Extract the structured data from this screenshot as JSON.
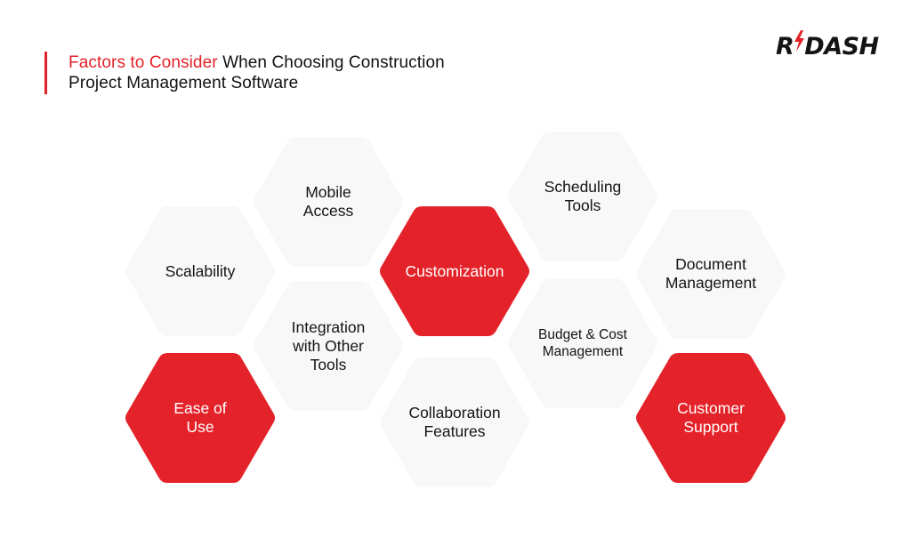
{
  "header": {
    "title_accent": "Factors to Consider",
    "title_rest_line1": " When Choosing Construction",
    "title_line2": "Project Management Software"
  },
  "logo": {
    "text_before": "R",
    "text_after": "DASH",
    "icon": "lightning-bolt-icon"
  },
  "colors": {
    "accent": "#e42229",
    "hex_light": "#f8f8f8",
    "text": "#141414"
  },
  "factors": [
    {
      "label": "Scalability",
      "highlight": false
    },
    {
      "label": "Mobile Access",
      "highlight": false
    },
    {
      "label": "Customization",
      "highlight": true
    },
    {
      "label": "Scheduling Tools",
      "highlight": false
    },
    {
      "label": "Document Management",
      "highlight": false
    },
    {
      "label": "Integration with Other Tools",
      "highlight": false
    },
    {
      "label": "Budget & Cost Management",
      "highlight": false
    },
    {
      "label": "Ease of Use",
      "highlight": true
    },
    {
      "label": "Collaboration Features",
      "highlight": false
    },
    {
      "label": "Customer Support",
      "highlight": true
    }
  ]
}
